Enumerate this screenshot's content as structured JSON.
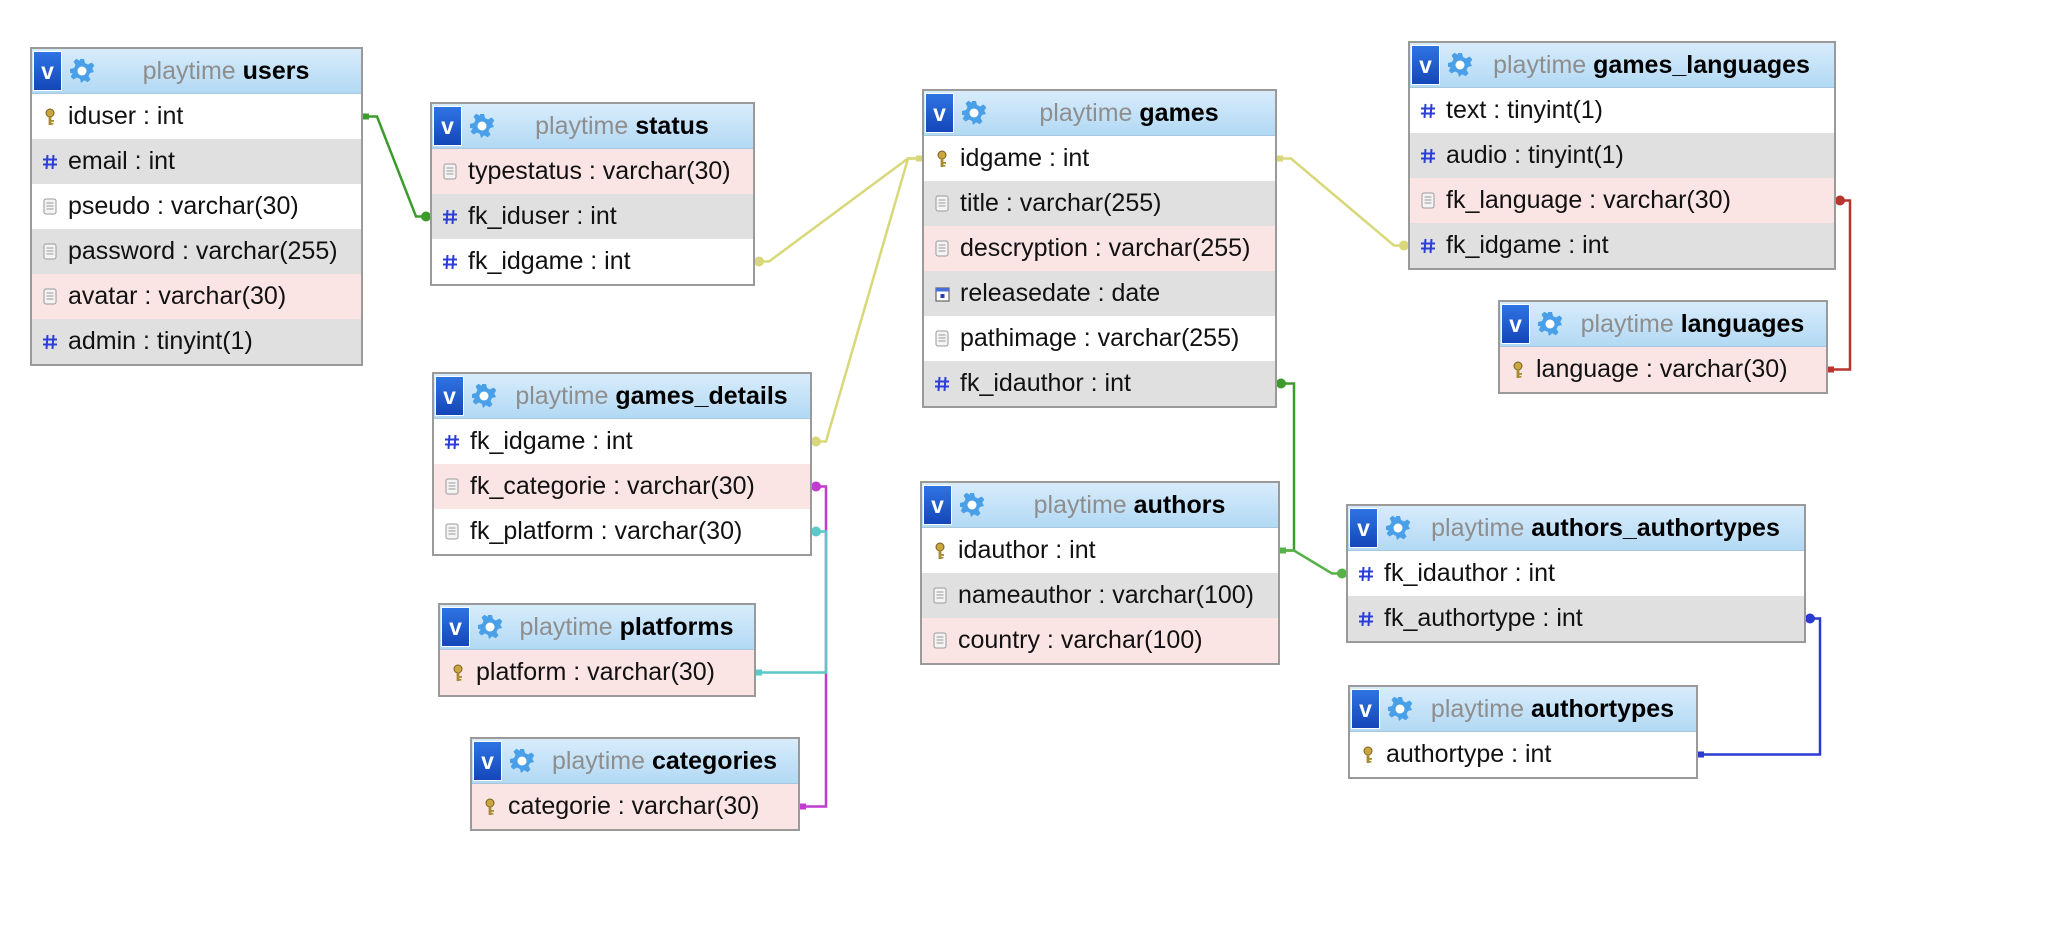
{
  "database": "playtime",
  "tables": [
    {
      "id": "users",
      "name": "users",
      "columns": [
        {
          "text": "iduser : int",
          "icon": "key-icon",
          "shade": "white"
        },
        {
          "text": "email : int",
          "icon": "hash-icon",
          "shade": "gray"
        },
        {
          "text": "pseudo : varchar(30)",
          "icon": "text-field-icon",
          "shade": "white"
        },
        {
          "text": "password : varchar(255)",
          "icon": "text-field-icon",
          "shade": "gray"
        },
        {
          "text": "avatar : varchar(30)",
          "icon": "text-field-icon",
          "shade": "pink"
        },
        {
          "text": "admin : tinyint(1)",
          "icon": "hash-icon",
          "shade": "gray"
        }
      ]
    },
    {
      "id": "status",
      "name": "status",
      "columns": [
        {
          "text": "typestatus : varchar(30)",
          "icon": "text-field-icon",
          "shade": "pink"
        },
        {
          "text": "fk_iduser : int",
          "icon": "hash-icon",
          "shade": "gray"
        },
        {
          "text": "fk_idgame : int",
          "icon": "hash-icon",
          "shade": "white"
        }
      ]
    },
    {
      "id": "games",
      "name": "games",
      "columns": [
        {
          "text": "idgame : int",
          "icon": "key-icon",
          "shade": "white"
        },
        {
          "text": "title : varchar(255)",
          "icon": "text-field-icon",
          "shade": "gray"
        },
        {
          "text": "descryption : varchar(255)",
          "icon": "text-field-icon",
          "shade": "pink"
        },
        {
          "text": "releasedate : date",
          "icon": "calendar-icon",
          "shade": "gray"
        },
        {
          "text": "pathimage : varchar(255)",
          "icon": "text-field-icon",
          "shade": "white"
        },
        {
          "text": "fk_idauthor : int",
          "icon": "hash-icon",
          "shade": "gray"
        }
      ]
    },
    {
      "id": "games_languages",
      "name": "games_languages",
      "columns": [
        {
          "text": "text : tinyint(1)",
          "icon": "hash-icon",
          "shade": "white"
        },
        {
          "text": "audio : tinyint(1)",
          "icon": "hash-icon",
          "shade": "gray"
        },
        {
          "text": "fk_language : varchar(30)",
          "icon": "text-field-icon",
          "shade": "pink"
        },
        {
          "text": "fk_idgame : int",
          "icon": "hash-icon",
          "shade": "gray"
        }
      ]
    },
    {
      "id": "languages",
      "name": "languages",
      "columns": [
        {
          "text": "language : varchar(30)",
          "icon": "key-icon",
          "shade": "pink"
        }
      ]
    },
    {
      "id": "games_details",
      "name": "games_details",
      "columns": [
        {
          "text": "fk_idgame : int",
          "icon": "hash-icon",
          "shade": "white"
        },
        {
          "text": "fk_categorie : varchar(30)",
          "icon": "text-field-icon",
          "shade": "pink"
        },
        {
          "text": "fk_platform : varchar(30)",
          "icon": "text-field-icon",
          "shade": "white"
        }
      ]
    },
    {
      "id": "platforms",
      "name": "platforms",
      "columns": [
        {
          "text": "platform : varchar(30)",
          "icon": "key-icon",
          "shade": "pink"
        }
      ]
    },
    {
      "id": "categories",
      "name": "categories",
      "columns": [
        {
          "text": "categorie : varchar(30)",
          "icon": "key-icon",
          "shade": "pink"
        }
      ]
    },
    {
      "id": "authors",
      "name": "authors",
      "columns": [
        {
          "text": "idauthor : int",
          "icon": "key-icon",
          "shade": "white"
        },
        {
          "text": "nameauthor : varchar(100)",
          "icon": "text-field-icon",
          "shade": "gray"
        },
        {
          "text": "country : varchar(100)",
          "icon": "text-field-icon",
          "shade": "pink"
        }
      ]
    },
    {
      "id": "authors_authortypes",
      "name": "authors_authortypes",
      "columns": [
        {
          "text": "fk_idauthor : int",
          "icon": "hash-icon",
          "shade": "white"
        },
        {
          "text": "fk_authortype : int",
          "icon": "hash-icon",
          "shade": "gray"
        }
      ]
    },
    {
      "id": "authortypes",
      "name": "authortypes",
      "columns": [
        {
          "text": "authortype : int",
          "icon": "key-icon",
          "shade": "white"
        }
      ]
    }
  ],
  "relations": [
    {
      "from": "status.fk_iduser",
      "to": "users.iduser",
      "color": "#3c9b2c"
    },
    {
      "from": "status.fk_idgame",
      "to": "games.idgame",
      "color": "#d8d87a"
    },
    {
      "from": "games_details.fk_idgame",
      "to": "games.idgame",
      "color": "#d8d87a"
    },
    {
      "from": "games_languages.fk_idgame",
      "to": "games.idgame",
      "color": "#d8d87a"
    },
    {
      "from": "games_languages.fk_language",
      "to": "languages.language",
      "color": "#b8342d"
    },
    {
      "from": "games_details.fk_categorie",
      "to": "categories.categorie",
      "color": "#c23ad0"
    },
    {
      "from": "games_details.fk_platform",
      "to": "platforms.platform",
      "color": "#5cc8c8"
    },
    {
      "from": "games.fk_idauthor",
      "to": "authors.idauthor",
      "color": "#3c9b2c"
    },
    {
      "from": "authors_authortypes.fk_idauthor",
      "to": "authors.idauthor",
      "color": "#56b146"
    },
    {
      "from": "authors_authortypes.fk_authortype",
      "to": "authortypes.authortype",
      "color": "#2a3bd0"
    }
  ]
}
